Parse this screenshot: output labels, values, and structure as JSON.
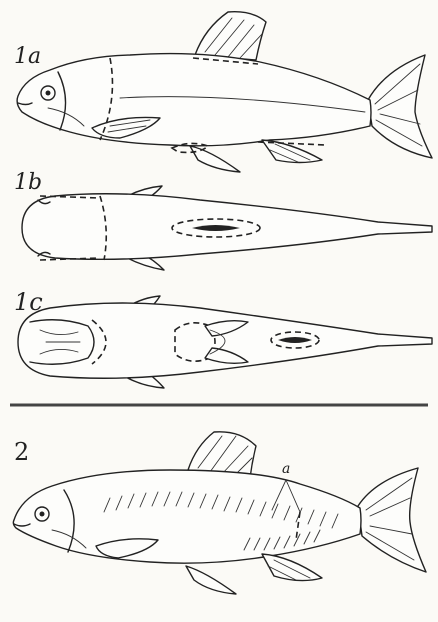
{
  "figure": {
    "labels": {
      "fig_1a": "1a",
      "fig_1b": "1b",
      "fig_1c": "1c",
      "fig_2": "2",
      "callout_a": "a"
    }
  }
}
